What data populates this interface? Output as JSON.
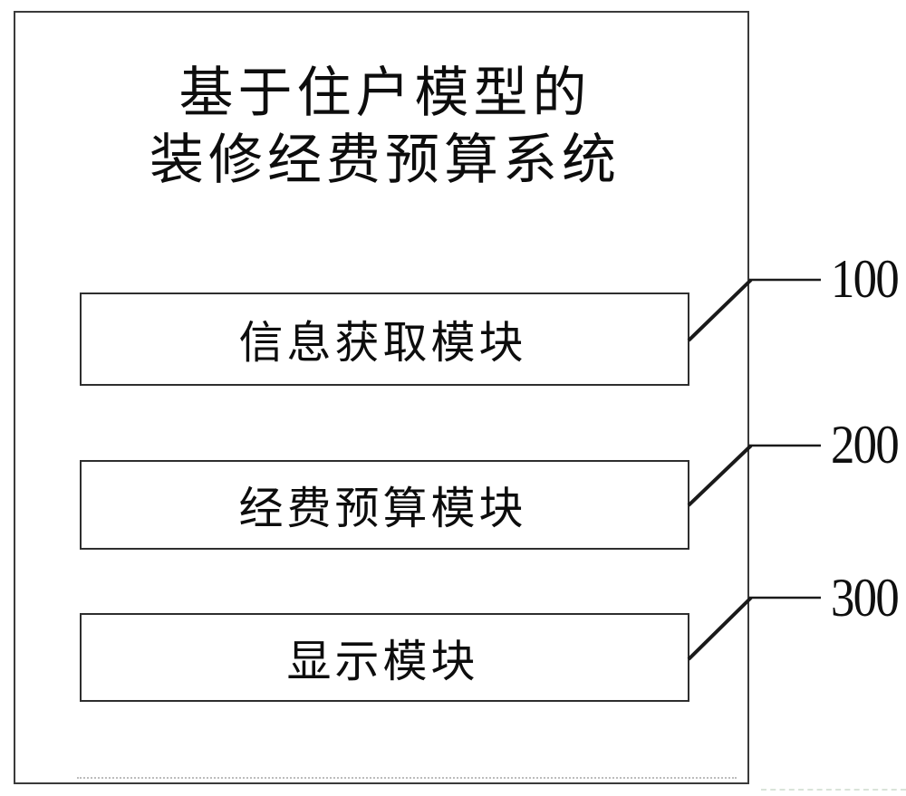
{
  "figure": {
    "title_line1": "基于住户模型的",
    "title_line2": "装修经费预算系统",
    "modules": [
      {
        "label": "信息获取模块",
        "ref": "100"
      },
      {
        "label": "经费预算模块",
        "ref": "200"
      },
      {
        "label": "显示模块",
        "ref": "300"
      }
    ],
    "colors": {
      "background": "#ffffff",
      "frame_border": "#3a3a3a",
      "box_border": "#2e2e2e",
      "text": "#0d0d0d",
      "leader_line": "#1a1a1a"
    }
  }
}
